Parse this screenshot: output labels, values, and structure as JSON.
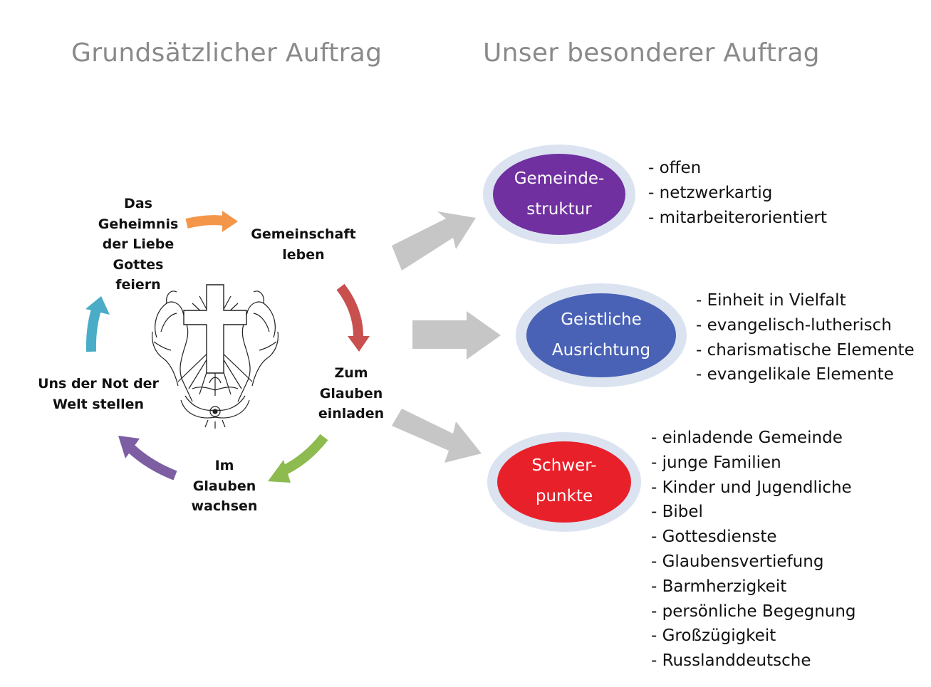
{
  "headings": {
    "left": "Grundsätzlicher Auftrag",
    "right": "Unser besonderer Auftrag"
  },
  "cycle": [
    {
      "label": "Das\nGeheimnis\nder Liebe\nGottes\nfeiern",
      "arrow_color": "#f4964a"
    },
    {
      "label": "Gemeinschaft\nleben",
      "arrow_color": "#c8504f"
    },
    {
      "label": "Zum\nGlauben\neinladen",
      "arrow_color": "#8dbb4f"
    },
    {
      "label": "Im\nGlauben\nwachsen",
      "arrow_color": "#7d5ea3"
    },
    {
      "label": "Uns der Not der\nWelt stellen",
      "arrow_color": "#4aacc6"
    }
  ],
  "center_image": "hands-cross-dove-icon",
  "branch_arrow_color": "#c6c6c6",
  "ovals": [
    {
      "label": "Gemeinde-\nstruktur",
      "color": "#7030a0",
      "ring_color": "#dbe3f1",
      "items": [
        "offen",
        "netzwerkartig",
        "mitarbeiterorientiert"
      ]
    },
    {
      "label": "Geistliche\nAusrichtung",
      "color": "#4a62b5",
      "ring_color": "#dbe3f1",
      "items": [
        "Einheit in Vielfalt",
        "evangelisch-lutherisch",
        "charismatische Elemente",
        "evangelikale Elemente"
      ]
    },
    {
      "label": "Schwer-\npunkte",
      "color": "#e8202a",
      "ring_color": "#dbe3f1",
      "items": [
        "einladende Gemeinde",
        "junge Familien",
        "Kinder und Jugendliche",
        "Bibel",
        "Gottesdienste",
        "Glaubensvertiefung",
        "Barmherzigkeit",
        "persönliche Begegnung",
        "Großzügigkeit",
        "Russlanddeutsche"
      ]
    }
  ]
}
